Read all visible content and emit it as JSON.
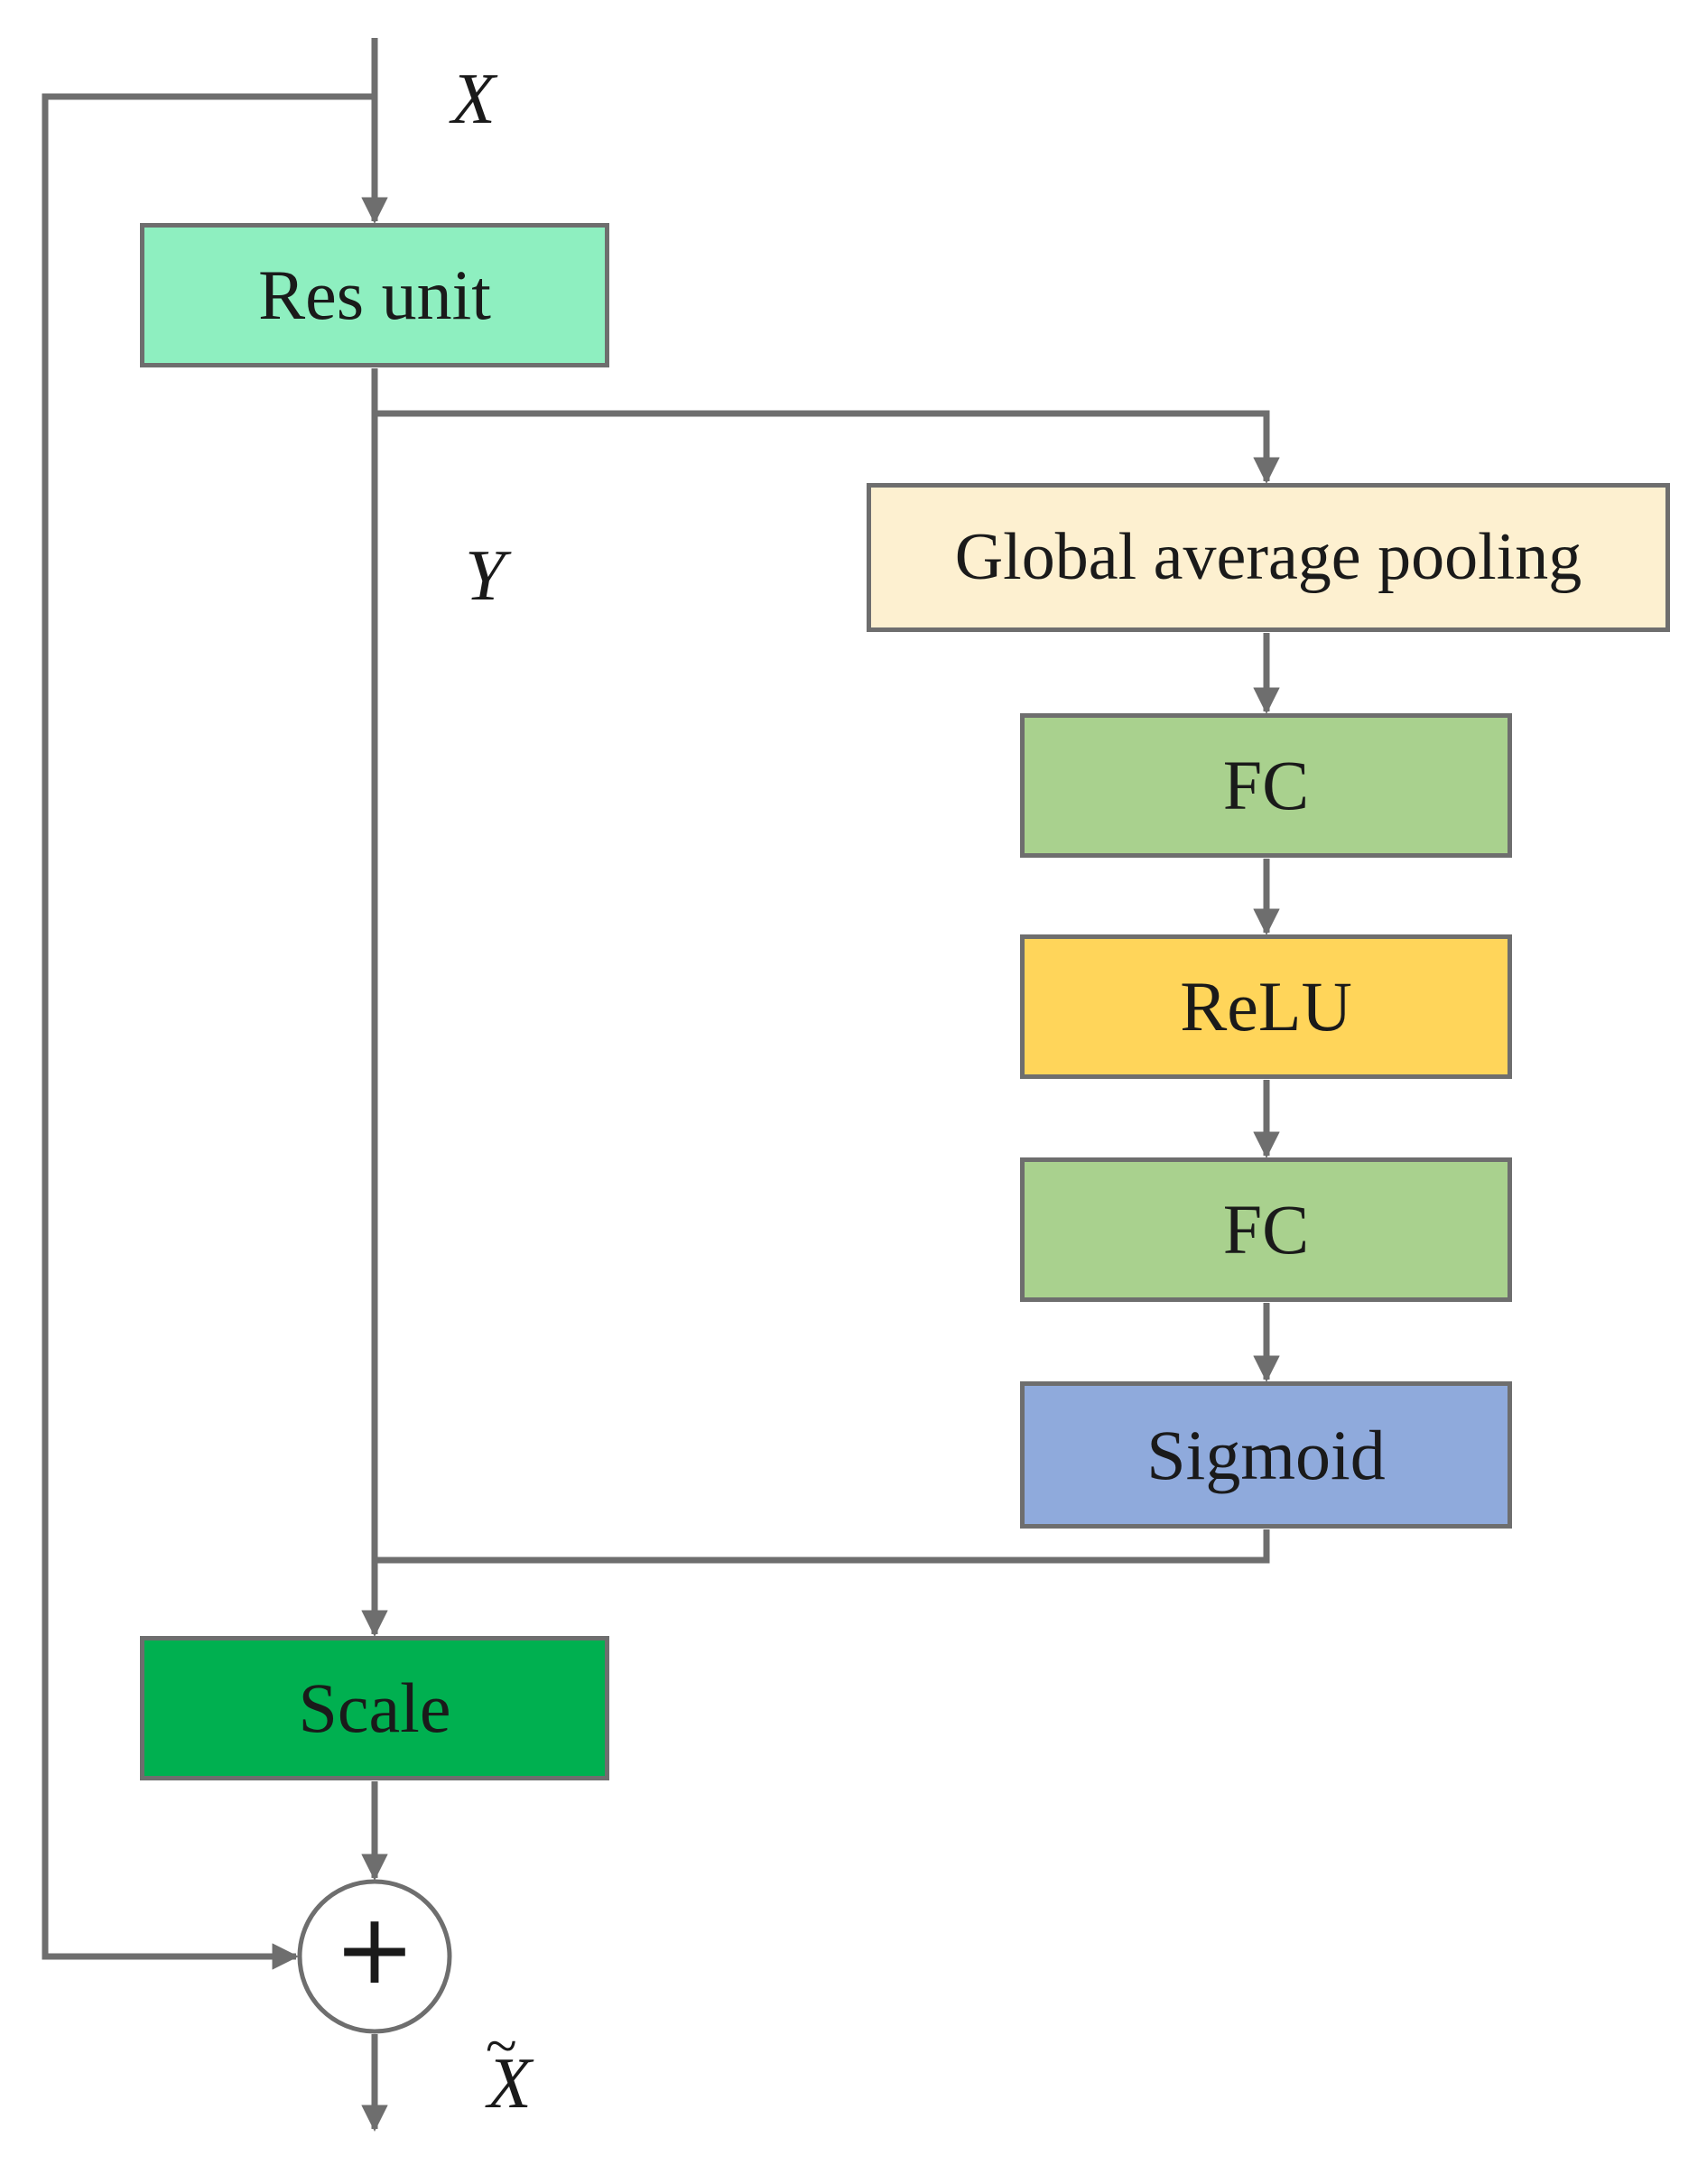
{
  "blocks": {
    "res_unit": {
      "label": "Res unit",
      "fill": "#8eefc0"
    },
    "global_average_pooling": {
      "label": "Global average pooling",
      "fill": "#fdf0d0"
    },
    "fc_1": {
      "label": "FC",
      "fill": "#a9d18e"
    },
    "relu": {
      "label": "ReLU",
      "fill": "#ffd55a"
    },
    "fc_2": {
      "label": "FC",
      "fill": "#a9d18e"
    },
    "sigmoid": {
      "label": "Sigmoid",
      "fill": "#8faadc"
    },
    "scale": {
      "label": "Scale",
      "fill": "#00b050"
    }
  },
  "variables": {
    "input": "X",
    "intermediate": "Y",
    "output": "X",
    "output_accent": "~"
  },
  "operators": {
    "sum": "+"
  },
  "colors": {
    "line": "#6e6e6e",
    "text": "#1a1a1a"
  }
}
